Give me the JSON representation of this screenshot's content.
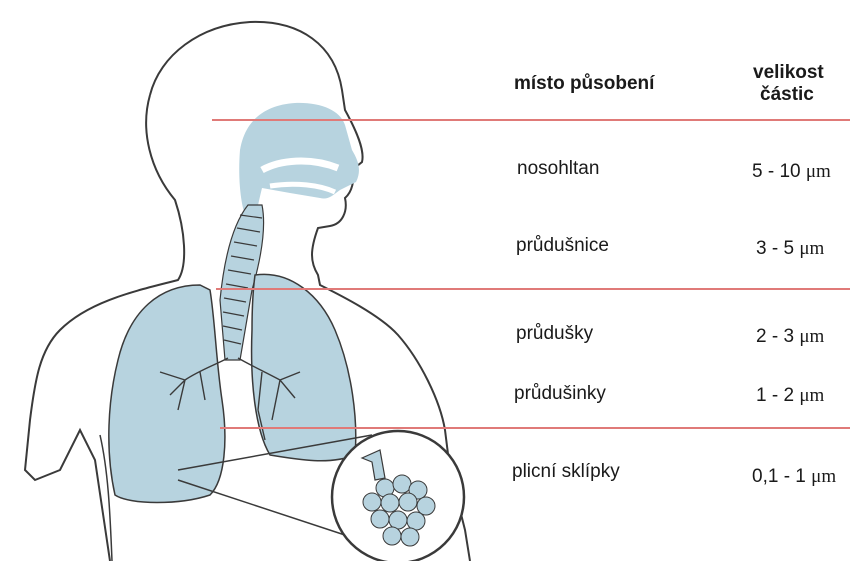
{
  "headers": {
    "site": "místo působení",
    "size_line1": "velikost",
    "size_line2": "částic"
  },
  "rows": [
    {
      "site": "nosohltan",
      "value": "5 - 10",
      "unit": "μm"
    },
    {
      "site": "průdušnice",
      "value": "3 - 5",
      "unit": "μm"
    },
    {
      "site": "průdušky",
      "value": "2 - 3",
      "unit": "μm"
    },
    {
      "site": "průdušinky",
      "value": "1 - 2",
      "unit": "μm"
    },
    {
      "site": "plicní sklípky",
      "value": "0,1 - 1",
      "unit": "μm"
    }
  ],
  "colors": {
    "organ_fill": "#b7d3df",
    "outline": "#3a3a3a",
    "divider": "#e07a78",
    "text": "#1a1a1a"
  }
}
